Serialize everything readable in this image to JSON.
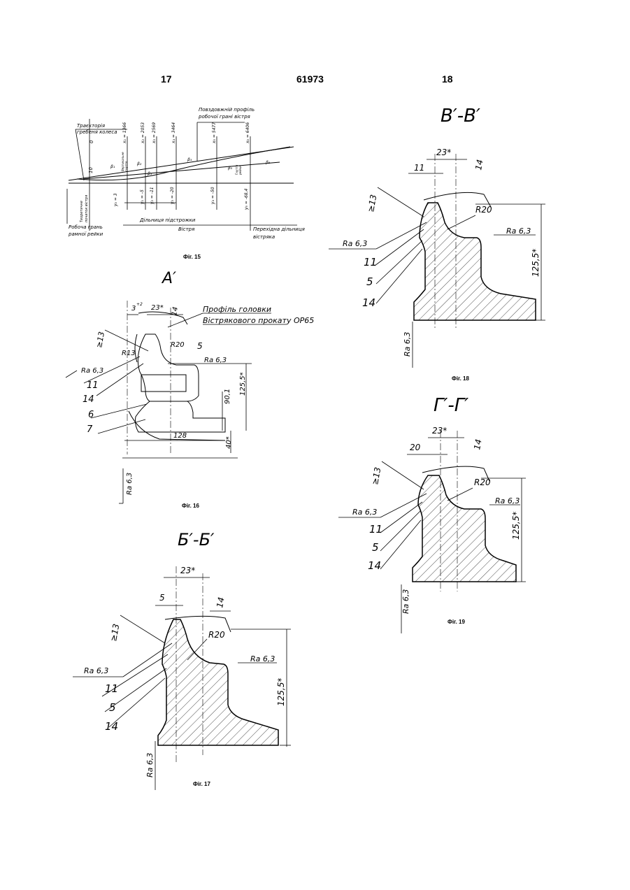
{
  "header": {
    "left_page": "17",
    "patent_number": "61973",
    "right_page": "18"
  },
  "figures": {
    "fig15": {
      "caption": "Фіг. 15",
      "labels": {
        "trajectory": "Траєкторія",
        "trajectory2": "гребеня колеса",
        "long_profile": "Повздовжній профіль",
        "long_profile2": "робочої грані вістря",
        "working_edge": "Робоча грань",
        "working_edge2": "рамної рейки",
        "theoretical": "Теоретичне",
        "theoretical2": "початок вістря",
        "undercut": "Дільниця підстрожки",
        "tongue": "Вістря",
        "transition": "Перехідна дільниця",
        "transition2": "вістряка",
        "x0": "0",
        "x1": "x₁ = 1366",
        "x2": "x₂ = 2053",
        "x3": "x₃ = 2569",
        "x4": "x₄ = 3464",
        "x5": "x₅ = 5477",
        "x6": "x₆ = 6406",
        "y0": "y₀ = 3",
        "y1": "y₁ = -5",
        "y2": "y₂ = -11",
        "y3": "y₃ = -20",
        "y4": "y₄ = -50",
        "y5": "y₅ = -68,4",
        "ten": "10",
        "b1": "β₁",
        "b2": "β₂",
        "b3": "β₃",
        "b4": "β₄",
        "b5": "β₅",
        "b6": "β₆",
        "vert_a": "Вертикальне",
        "vert_b": "гнуття",
        "vert_c": "Гнуття",
        "vert_d": "рейки"
      }
    },
    "fig16": {
      "title": "A′",
      "caption": "Фіг. 16",
      "labels": {
        "head_profile": "Профіль головки",
        "head_profile2": "Вістрякового прокату ОР65",
        "d3": "3",
        "d3tol": "+2",
        "d23": "23*",
        "ang14": "14",
        "ge13": "≥13",
        "r13": "R13",
        "r20": "R20",
        "n5": "5",
        "ra_a": "Ra 6,3",
        "ra_b": "Ra 6,3",
        "ra_c": "Ra 6,3",
        "n11": "11",
        "n14": "14",
        "n6": "6",
        "n7": "7",
        "d125": "125,5*",
        "d90": "90,1",
        "d128": "128",
        "d40": "40*"
      }
    },
    "fig17": {
      "title": "Б′-Б′",
      "caption": "Фіг. 17",
      "labels": {
        "d23": "23*",
        "d5": "5",
        "ang14": "14",
        "ge13": "≥13",
        "r20": "R20",
        "ra_a": "Ra 6,3",
        "ra_b": "Ra 6,3",
        "ra_c": "Ra 6,3",
        "n11": "11",
        "n5": "5",
        "n14": "14",
        "d125": "125,5*"
      }
    },
    "fig18": {
      "title": "B′-B′",
      "caption": "Фіг. 18",
      "labels": {
        "d23": "23*",
        "d11": "11",
        "ang14": "14",
        "ge13": "≥13",
        "r20": "R20",
        "ra_a": "Ra 6,3",
        "ra_b": "Ra 6,3",
        "ra_c": "Ra 6,3",
        "n11": "11",
        "n5": "5",
        "n14": "14",
        "d125": "125,5*"
      }
    },
    "fig19": {
      "title": "Г′-Г′",
      "caption": "Фіг. 19",
      "labels": {
        "d23": "23*",
        "d20": "20",
        "ang14": "14",
        "ge13": "≥13",
        "r20": "R20",
        "ra_a": "Ra 6,3",
        "ra_b": "Ra 6,3",
        "ra_c": "Ra 6,3",
        "n11": "11",
        "n5": "5",
        "n14": "14",
        "d125": "125,5*"
      }
    }
  }
}
